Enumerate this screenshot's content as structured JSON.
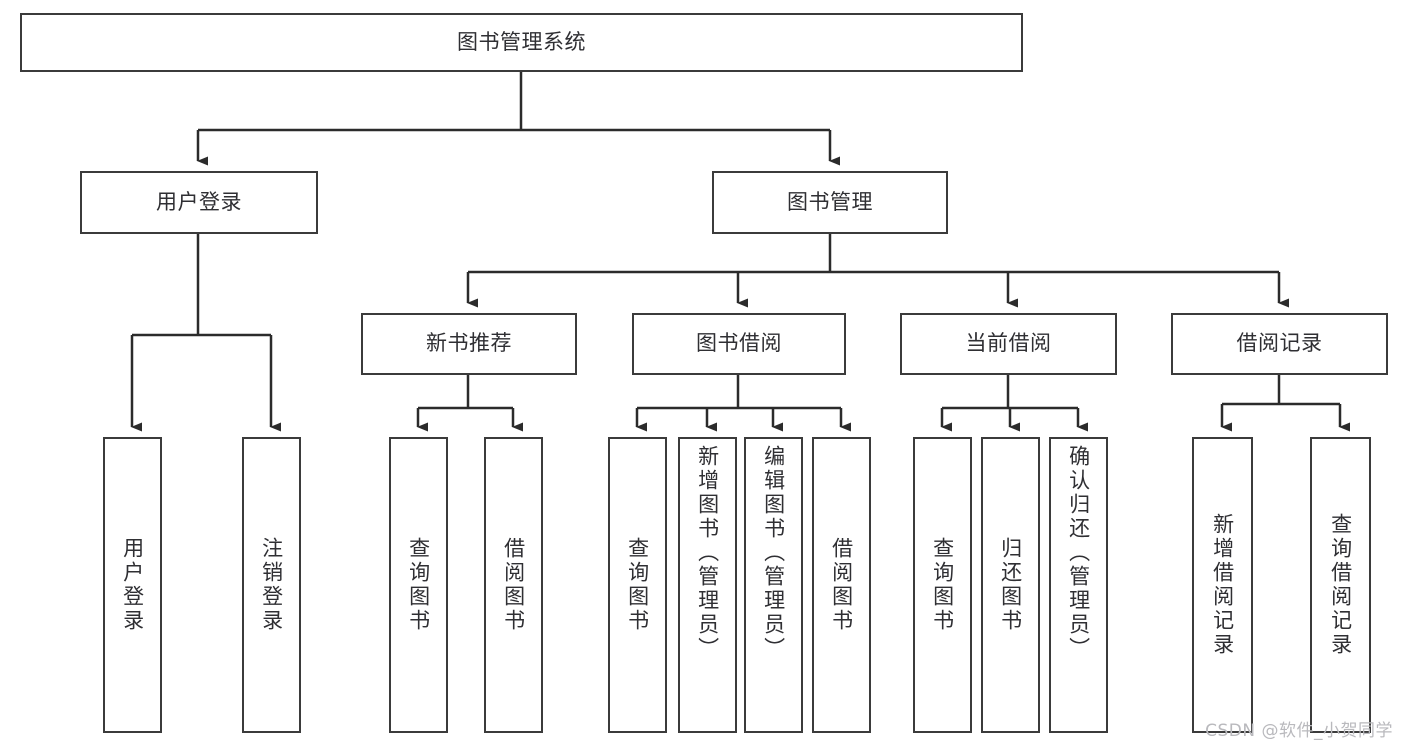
{
  "diagram": {
    "title": "图书管理系统",
    "watermark": "CSDN @软件_小贺同学",
    "colors": {
      "box_border": "#3b3b3b",
      "box_fill": "#ffffff",
      "text": "#2f2f33",
      "connector": "#2b2b2b",
      "watermark": "#b9b9bd",
      "background": "#ffffff"
    },
    "root": {
      "label": "图书管理系统",
      "orientation": "horizontal"
    },
    "level1": [
      {
        "label": "用户登录",
        "orientation": "horizontal"
      },
      {
        "label": "图书管理",
        "orientation": "horizontal"
      }
    ],
    "level2": [
      {
        "label": "新书推荐",
        "orientation": "horizontal",
        "parent": "图书管理"
      },
      {
        "label": "图书借阅",
        "orientation": "horizontal",
        "parent": "图书管理"
      },
      {
        "label": "当前借阅",
        "orientation": "horizontal",
        "parent": "图书管理"
      },
      {
        "label": "借阅记录",
        "orientation": "horizontal",
        "parent": "图书管理"
      }
    ],
    "leaves": {
      "user_login": [
        {
          "label": "用户登录",
          "orientation": "vertical"
        },
        {
          "label": "注销登录",
          "orientation": "vertical"
        }
      ],
      "new_book_recommend": [
        {
          "label": "查询图书",
          "orientation": "vertical"
        },
        {
          "label": "借阅图书",
          "orientation": "vertical"
        }
      ],
      "book_borrow": [
        {
          "label": "查询图书",
          "orientation": "vertical"
        },
        {
          "label": "新增图书（管理员）",
          "orientation": "vertical"
        },
        {
          "label": "编辑图书（管理员）",
          "orientation": "vertical"
        },
        {
          "label": "借阅图书",
          "orientation": "vertical"
        }
      ],
      "current_borrow": [
        {
          "label": "查询图书",
          "orientation": "vertical"
        },
        {
          "label": "归还图书",
          "orientation": "vertical"
        },
        {
          "label": "确认归还（管理员）",
          "orientation": "vertical"
        }
      ],
      "borrow_record": [
        {
          "label": "新增借阅记录",
          "orientation": "vertical"
        },
        {
          "label": "查询借阅记录",
          "orientation": "vertical"
        }
      ]
    }
  }
}
